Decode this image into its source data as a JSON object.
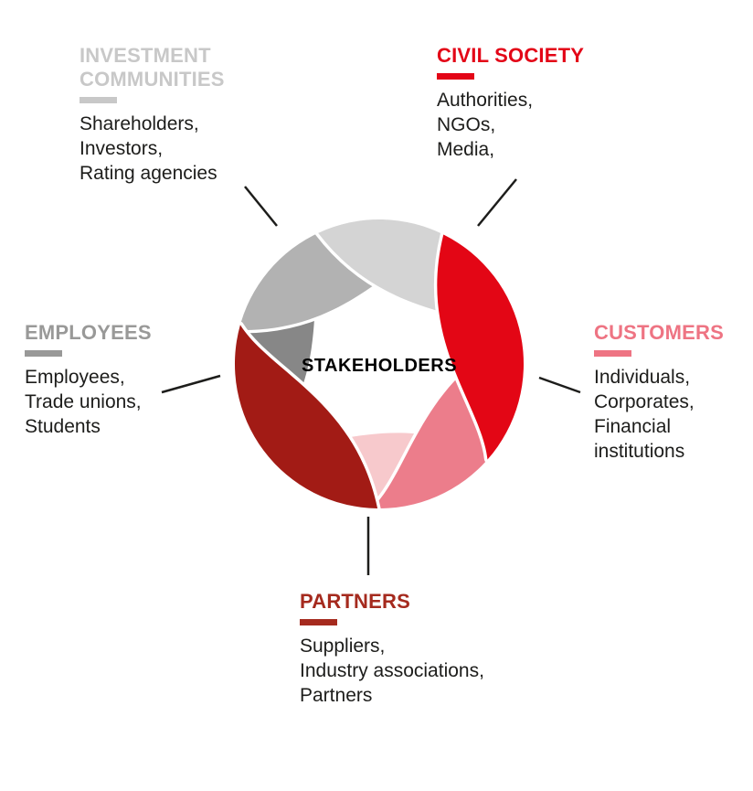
{
  "diagram": {
    "center_label": "STAKEHOLDERS",
    "wheel_petals": [
      {
        "name": "light-gray-petal",
        "color": "#d4d4d4"
      },
      {
        "name": "red-petal",
        "color": "#e30615"
      },
      {
        "name": "rose-petal",
        "color": "#ec7d8b"
      },
      {
        "name": "light-pink-petal",
        "color": "#f7c9cc"
      },
      {
        "name": "dark-red-petal",
        "color": "#a21b15"
      },
      {
        "name": "dark-gray-petal",
        "color": "#878787"
      },
      {
        "name": "medium-gray-petal",
        "color": "#b2b2b2"
      }
    ],
    "groups": [
      {
        "id": "investment-communities",
        "title": "INVESTMENT\nCOMMUNITIES",
        "color": "#c8c8c8",
        "members": "Shareholders,\nInvestors,\nRating agencies"
      },
      {
        "id": "civil-society",
        "title": "CIVIL SOCIETY",
        "color": "#e30517",
        "members": "Authorities,\nNGOs,\nMedia,"
      },
      {
        "id": "customers",
        "title": "CUSTOMERS",
        "color": "#ee7483",
        "members": "Individuals,\nCorporates,\nFinancial\ninstitutions"
      },
      {
        "id": "employees",
        "title": "EMPLOYEES",
        "color": "#999998",
        "members": "Employees,\nTrade unions,\nStudents"
      },
      {
        "id": "partners",
        "title": "PARTNERS",
        "color": "#a52a1e",
        "members": "Suppliers,\nIndustry associations,\nPartners"
      }
    ]
  }
}
